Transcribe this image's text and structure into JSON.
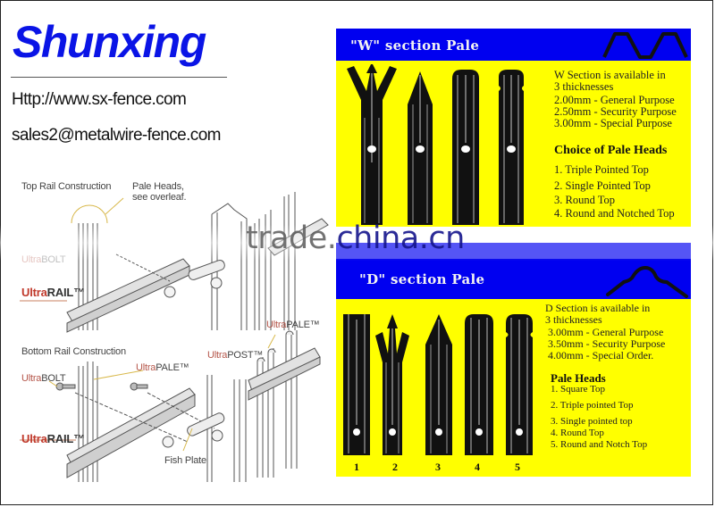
{
  "brand": {
    "name": "Shunxing"
  },
  "contact": {
    "website": "Http://www.sx-fence.com",
    "email": "sales2@metalwire-fence.com"
  },
  "diagram": {
    "top_title": "Top Rail Construction",
    "pale_heads_note": [
      "Pale Heads,",
      "see overleaf."
    ],
    "bottom_title": "Bottom Rail Construction",
    "fish_plate": "Fish Plate",
    "ultra_prefix": "Ultra",
    "labels": {
      "bolt": "BOLT",
      "rail": "RAIL™",
      "pale": "PALE™",
      "post": "POST™"
    }
  },
  "w_section": {
    "title": "\"W\" section Pale",
    "intro": [
      "W Section is available in",
      "3 thicknesses"
    ],
    "thicknesses": [
      "2.00mm - General Purpose",
      "2.50mm - Security Purpose",
      "3.00mm - Special Purpose"
    ],
    "heads_title": "Choice of Pale Heads",
    "heads": [
      "1. Triple Pointed Top",
      "2. Single Pointed Top",
      "3. Round Top",
      "4. Round and Notched Top"
    ]
  },
  "d_section": {
    "title": "\"D\" section Pale",
    "intro": [
      "D Section is available in",
      "3 thicknesses"
    ],
    "thicknesses": [
      "3.00mm - General Purpose",
      "3.50mm - Security Purpose",
      "4.00mm - Special Order."
    ],
    "heads_title": "Pale Heads",
    "heads": [
      "1. Square Top",
      "2. Triple pointed Top",
      "3. Single pointed top",
      "4. Round Top",
      "5. Round and Notch Top"
    ],
    "pale_numbers": [
      "1",
      "2",
      "3",
      "4",
      "5"
    ]
  },
  "watermark": {
    "part1": "trade.",
    "part2": "china.cn"
  },
  "colors": {
    "brand_blue": "#0a14e6",
    "band_blue": "#0000f0",
    "panel_yellow": "#ffff00",
    "ultra_red": "#c0392b"
  }
}
